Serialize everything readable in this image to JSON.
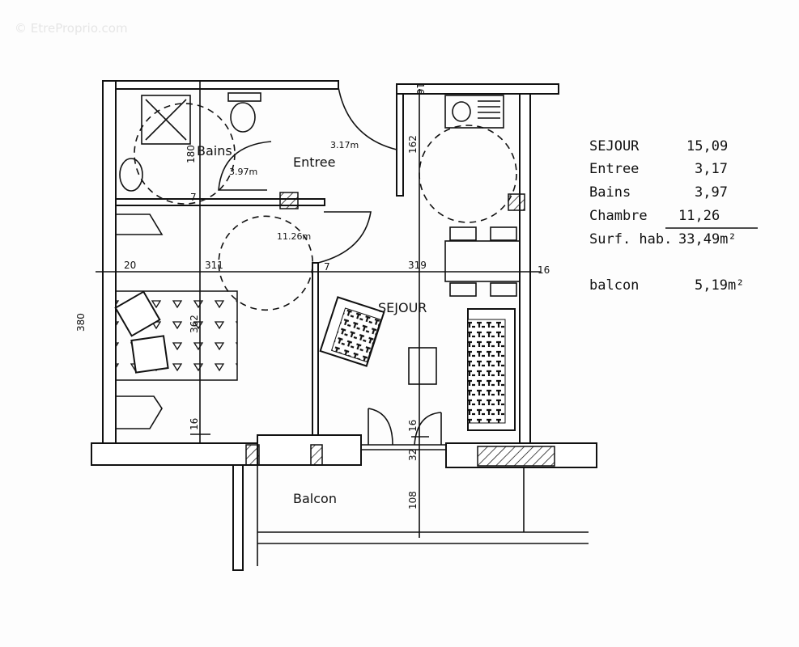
{
  "watermark": "© EtreProprio.com",
  "rooms": {
    "bains": "Bains",
    "entree": "Entree",
    "sejour": "SEJOUR",
    "balcon": "Balcon"
  },
  "area_labels": {
    "entree": "3.17m",
    "bains": "3.97m",
    "chambre": "11.26m"
  },
  "dimensions": {
    "top_entry": "16",
    "kitchen": "162",
    "bath": "180",
    "bath_gap": "7",
    "left_wall": "20",
    "chambre_width": "311",
    "partition": "7",
    "sejour_width": "319",
    "right_wall": "16",
    "chambre_depth": "362",
    "sejour_depth": "380",
    "chambre_bottom": "16",
    "sejour_bottom": "16",
    "facade": "32",
    "balcon_depth": "108"
  },
  "surface_table": {
    "rows": [
      {
        "label": "SEJOUR",
        "value": "15,09"
      },
      {
        "label": "Entree",
        "value": "3,17"
      },
      {
        "label": "Bains",
        "value": "3,97"
      },
      {
        "label": "Chambre",
        "value": "11,26"
      }
    ],
    "total": {
      "label": "Surf. hab.",
      "value": "33,49m²"
    },
    "balcon": {
      "label": "balcon",
      "value": "5,19m²"
    }
  }
}
